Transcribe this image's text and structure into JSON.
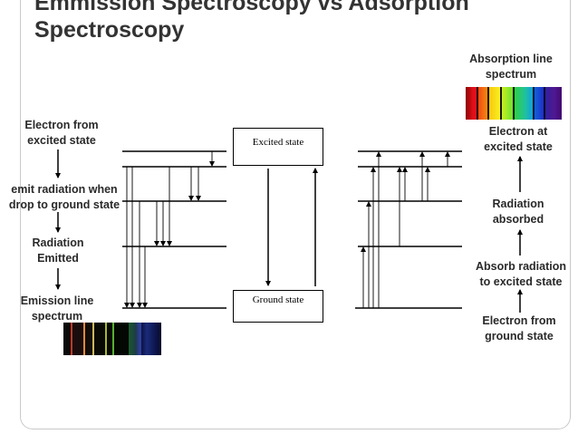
{
  "title": {
    "line1": "Emmission Spectroscopy vs Adsorption",
    "line2": "Spectroscopy"
  },
  "left_flow": {
    "step1": "Electron from\nexcited state",
    "step2": "emit  radiation when\ndrop to ground state",
    "step3": "Radiation\nEmitted",
    "step4": "Emission line\nspectrum"
  },
  "right_flow": {
    "header": "Absorption line\nspectrum",
    "step1": "Electron at\nexcited state",
    "step2": "Radiation\nabsorbed",
    "step3": "Absorb  radiation\nto excited state",
    "step4": "Electron from\nground state"
  },
  "center": {
    "excited_state": "Excited state",
    "ground_state": "Ground state"
  },
  "colors": {
    "text": "#2a2a2a",
    "title": "#333333",
    "lines": "#000000"
  }
}
